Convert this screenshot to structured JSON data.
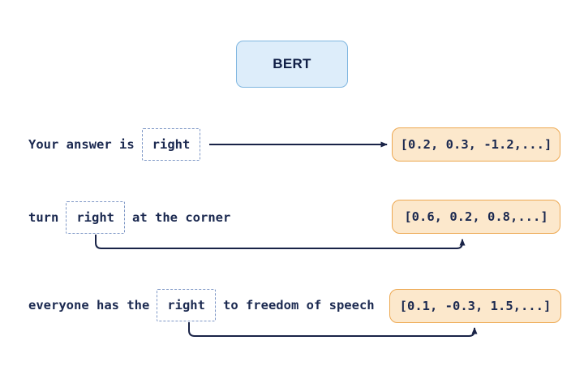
{
  "diagram": {
    "model": {
      "label": "BERT"
    },
    "rows": [
      {
        "prefix": "Your answer is",
        "token": "right",
        "suffix": "",
        "vector": "[0.2, 0.3, -1.2,...]"
      },
      {
        "prefix": "turn",
        "token": "right",
        "suffix": "at the corner",
        "vector": "[0.6, 0.2, 0.8,...]"
      },
      {
        "prefix": "everyone has the",
        "token": "right",
        "suffix": "to freedom of speech",
        "vector": "[0.1, -0.3, 1.5,...]"
      }
    ],
    "colors": {
      "text": "#1b2950",
      "arrow": "#192347",
      "bert_box_bg": "#ddedfa",
      "bert_box_border": "#7fb6e0",
      "token_box_border": "#7e97c6",
      "vector_box_bg": "#fce8cc",
      "vector_box_border": "#eda851",
      "canvas_bg": "#ffffff"
    }
  }
}
